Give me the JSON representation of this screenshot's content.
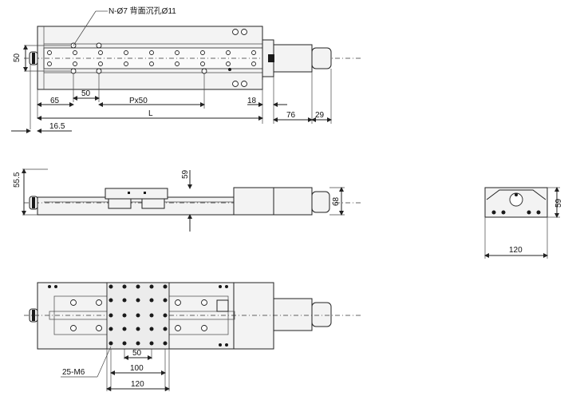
{
  "diagram": {
    "top_view": {
      "callout_holes": "N-Ø7 背面沉孔Ø11",
      "dim_height": "50",
      "dim_65": "65",
      "dim_50": "50",
      "dim_px50": "Px50",
      "dim_18": "18",
      "dim_76": "76",
      "dim_29": "29",
      "dim_L": "L",
      "dim_16_5": "16.5"
    },
    "side_view": {
      "dim_55_5": "55.5",
      "dim_59": "59",
      "dim_68": "68"
    },
    "end_view": {
      "dim_59": "59",
      "dim_120": "120"
    },
    "bottom_view": {
      "callout_m6": "25-M6",
      "dim_50": "50",
      "dim_100": "100",
      "dim_120": "120"
    }
  }
}
